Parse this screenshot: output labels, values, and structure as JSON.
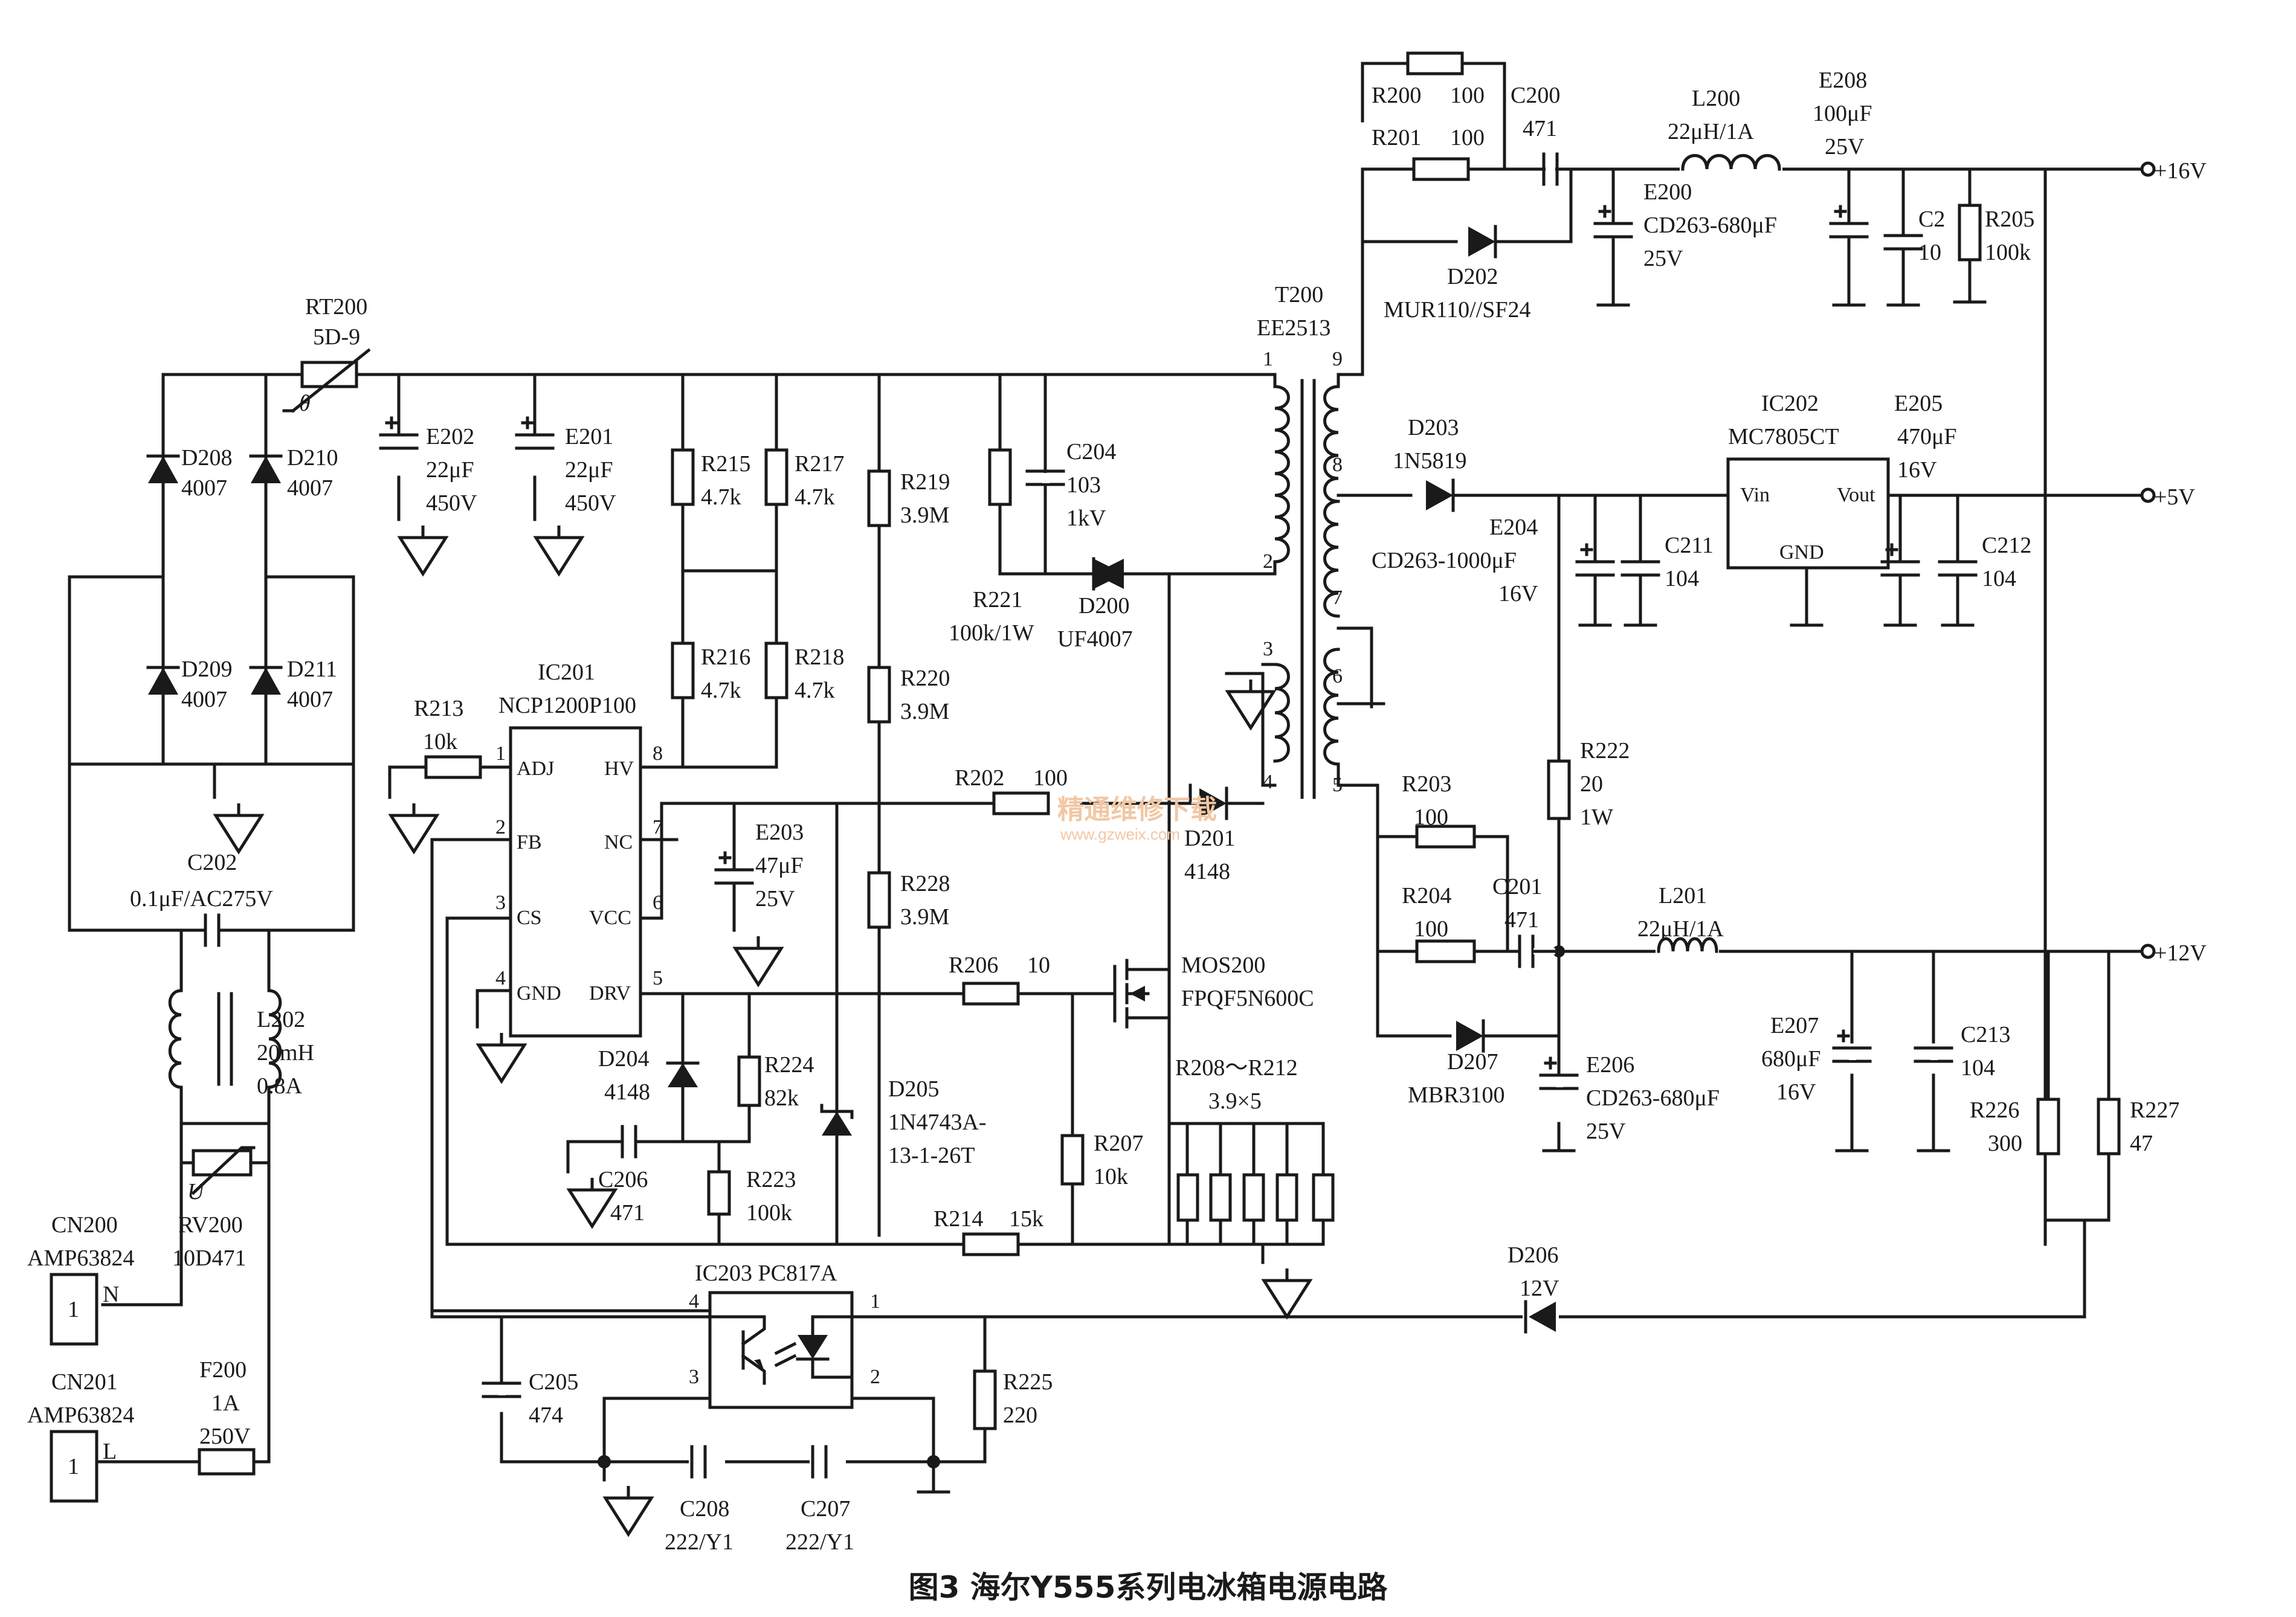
{
  "caption": "图3  海尔Y555系列电冰箱电源电路",
  "watermark": {
    "main": "精通维修下载",
    "url": "www.gzweix.com"
  },
  "ic201": {
    "ref": "IC201",
    "part": "NCP1200P100",
    "pins": {
      "adj": "ADJ",
      "fb": "FB",
      "cs": "CS",
      "gnd": "GND",
      "hv": "HV",
      "nc": "NC",
      "vcc": "VCC",
      "drv": "DRV"
    },
    "nums": {
      "p1": "1",
      "p2": "2",
      "p3": "3",
      "p4": "4",
      "p5": "5",
      "p6": "6",
      "p7": "7",
      "p8": "8"
    }
  },
  "ic202": {
    "ref": "IC202",
    "part": "MC7805CT",
    "vin": "Vin",
    "vout": "Vout",
    "gnd": "GND"
  },
  "ic203": {
    "ref": "IC203 PC817A",
    "n1": "1",
    "n2": "2",
    "n3": "3",
    "n4": "4"
  },
  "t200": {
    "ref": "T200",
    "part": "EE2513",
    "n1": "1",
    "n2": "2",
    "n3": "3",
    "n4": "4",
    "n5": "5",
    "n6": "6",
    "n7": "7",
    "n8": "8",
    "n9": "9"
  },
  "outputs": {
    "v16": "+16V",
    "v5": "+5V",
    "v12": "+12V"
  },
  "mos200": {
    "ref": "MOS200",
    "part": "FPQF5N600C"
  },
  "comps": {
    "rt200": {
      "ref": "RT200",
      "val": "5D-9",
      "theta": "θ"
    },
    "d208": {
      "ref": "D208",
      "val": "4007"
    },
    "d210": {
      "ref": "D210",
      "val": "4007"
    },
    "d209": {
      "ref": "D209",
      "val": "4007"
    },
    "d211": {
      "ref": "D211",
      "val": "4007"
    },
    "e202": {
      "ref": "E202",
      "v1": "22μF",
      "v2": "450V"
    },
    "e201": {
      "ref": "E201",
      "v1": "22μF",
      "v2": "450V"
    },
    "c202": {
      "ref": "C202",
      "val": "0.1μF/AC275V"
    },
    "l202": {
      "ref": "L202",
      "v1": "20mH",
      "v2": "0.8A"
    },
    "rv200": {
      "ref": "RV200",
      "val": "10D471",
      "u": "U"
    },
    "cn200": {
      "ref": "CN200",
      "part": "AMP63824",
      "pin": "1",
      "net": "N"
    },
    "cn201": {
      "ref": "CN201",
      "part": "AMP63824",
      "pin": "1",
      "net": "L"
    },
    "f200": {
      "ref": "F200",
      "v1": "1A",
      "v2": "250V"
    },
    "r215": {
      "ref": "R215",
      "val": "4.7k"
    },
    "r217": {
      "ref": "R217",
      "val": "4.7k"
    },
    "r216": {
      "ref": "R216",
      "val": "4.7k"
    },
    "r218": {
      "ref": "R218",
      "val": "4.7k"
    },
    "r219": {
      "ref": "R219",
      "val": "3.9M"
    },
    "r220": {
      "ref": "R220",
      "val": "3.9M"
    },
    "r228": {
      "ref": "R228",
      "val": "3.9M"
    },
    "r213": {
      "ref": "R213",
      "val": "10k"
    },
    "r221": {
      "ref": "R221",
      "val": "100k/1W"
    },
    "c204": {
      "ref": "C204",
      "v1": "103",
      "v2": "1kV"
    },
    "d200": {
      "ref": "D200",
      "val": "UF4007"
    },
    "r202": {
      "ref": "R202",
      "val": "100"
    },
    "d201": {
      "ref": "D201",
      "val": "4148"
    },
    "e203": {
      "ref": "E203",
      "v1": "47μF",
      "v2": "25V"
    },
    "r206": {
      "ref": "R206",
      "val": "10"
    },
    "d204": {
      "ref": "D204",
      "val": "4148"
    },
    "r224": {
      "ref": "R224",
      "val": "82k"
    },
    "d205": {
      "ref": "D205",
      "v1": "1N4743A-",
      "v2": "13-1-26T"
    },
    "r207": {
      "ref": "R207",
      "val": "10k"
    },
    "c206": {
      "ref": "C206",
      "val": "471"
    },
    "r223": {
      "ref": "R223",
      "val": "100k"
    },
    "r214": {
      "ref": "R214",
      "val": "15k"
    },
    "r208": {
      "ref": "R208～R212",
      "val": "3.9×5"
    },
    "r200": {
      "ref": "R200",
      "val": "100"
    },
    "r201": {
      "ref": "R201",
      "val": "100"
    },
    "c200": {
      "ref": "C200",
      "val": "471"
    },
    "l200": {
      "ref": "L200",
      "val": "22μH/1A"
    },
    "e208": {
      "ref": "E208",
      "v1": "100μF",
      "v2": "25V"
    },
    "e200": {
      "ref": "E200",
      "v1": "CD263-680μF",
      "v2": "25V"
    },
    "c2": {
      "ref": "C2",
      "val": "10"
    },
    "r205": {
      "ref": "R205",
      "val": "100k"
    },
    "d202": {
      "ref": "D202",
      "val": "MUR110//SF24"
    },
    "d203": {
      "ref": "D203",
      "val": "1N5819"
    },
    "e205": {
      "ref": "E205",
      "v1": "470μF",
      "v2": "16V"
    },
    "e204": {
      "ref": "E204",
      "v1": "CD263-1000μF",
      "v2": "16V"
    },
    "c211": {
      "ref": "C211",
      "val": "104"
    },
    "c212": {
      "ref": "C212",
      "val": "104"
    },
    "r222": {
      "ref": "R222",
      "v1": "20",
      "v2": "1W"
    },
    "r203": {
      "ref": "R203",
      "val": "100"
    },
    "r204": {
      "ref": "R204",
      "val": "100"
    },
    "c201": {
      "ref": "C201",
      "val": "471"
    },
    "l201": {
      "ref": "L201",
      "val": "22μH/1A"
    },
    "d207": {
      "ref": "D207",
      "val": "MBR3100"
    },
    "e206": {
      "ref": "E206",
      "v1": "CD263-680μF",
      "v2": "25V"
    },
    "e207": {
      "ref": "E207",
      "v1": "680μF",
      "v2": "16V"
    },
    "c213": {
      "ref": "C213",
      "val": "104"
    },
    "r226": {
      "ref": "R226",
      "val": "300"
    },
    "r227": {
      "ref": "R227",
      "val": "47"
    },
    "d206": {
      "ref": "D206",
      "val": "12V"
    },
    "c205": {
      "ref": "C205",
      "val": "474"
    },
    "r225": {
      "ref": "R225",
      "val": "220"
    },
    "c208": {
      "ref": "C208",
      "val": "222/Y1"
    },
    "c207": {
      "ref": "C207",
      "val": "222/Y1"
    }
  }
}
